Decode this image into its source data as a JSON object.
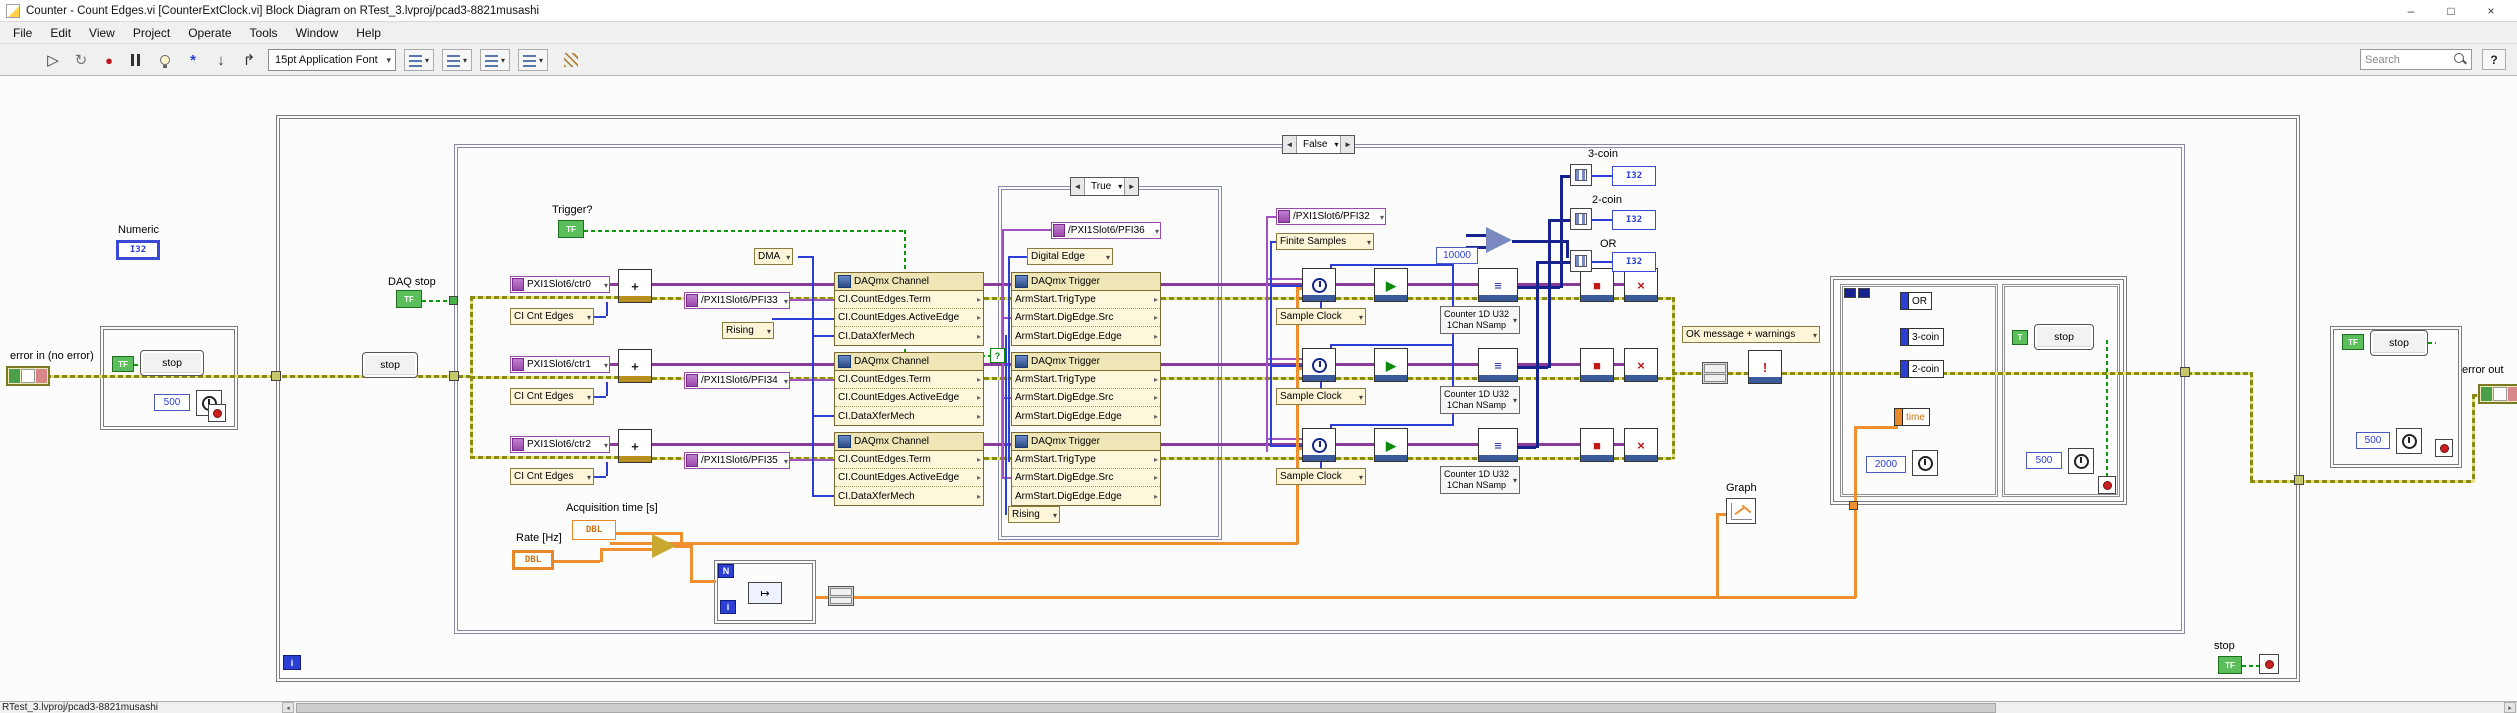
{
  "window": {
    "title": "Counter - Count Edges.vi [CounterExtClock.vi] Block Diagram on RTest_3.lvproj/pcad3-8821musashi",
    "minimize": "–",
    "maximize": "□",
    "close": "×"
  },
  "menu": {
    "items": [
      "File",
      "Edit",
      "View",
      "Project",
      "Operate",
      "Tools",
      "Window",
      "Help"
    ]
  },
  "toolbar": {
    "font_selector": "15pt Application Font",
    "search_placeholder": "Search",
    "help_label": "?"
  },
  "statusbar": {
    "project": "RTest_3.lvproj/pcad3-8821musashi"
  },
  "diagram": {
    "numeric": {
      "label": "Numeric",
      "type": "I32"
    },
    "error_in_label": "error in (no error)",
    "error_out_label": "error out",
    "daq_stop": {
      "label": "DAQ stop",
      "tf": "TF"
    },
    "trigger": {
      "label": "Trigger?",
      "tf": "TF"
    },
    "stop_control": "stop",
    "left_loop": {
      "stop": "stop",
      "wait": "500",
      "tf": "TF"
    },
    "right_loop": {
      "stop": "stop",
      "wait": "500",
      "tf": "TF"
    },
    "outer_loop": {
      "stop_label": "stop",
      "tf": "TF",
      "iter": "i"
    },
    "case_outer": {
      "selector": "False",
      "prev": "◄",
      "next": "►"
    },
    "case_inner": {
      "selector": "True",
      "prev": "◄",
      "next": "►",
      "selector_terminal": "?"
    },
    "dma": "DMA",
    "channels": [
      {
        "counter": "PXI1Slot6/ctr0",
        "mode": "CI Cnt Edges",
        "terminal": "/PXI1Slot6/PFI33"
      },
      {
        "counter": "PXI1Slot6/ctr1",
        "mode": "CI Cnt Edges",
        "terminal": "/PXI1Slot6/PFI34"
      },
      {
        "counter": "PXI1Slot6/ctr2",
        "mode": "CI Cnt Edges",
        "terminal": "/PXI1Slot6/PFI35"
      }
    ],
    "edge": "Rising",
    "channel_node": {
      "header": "DAQmx Channel",
      "rows": [
        "CI.CountEdges.Term",
        "CI.CountEdges.ActiveEdge",
        "CI.DataXferMech"
      ]
    },
    "trigger_node": {
      "header": "DAQmx Trigger",
      "rows": [
        "ArmStart.TrigType",
        "ArmStart.DigEdge.Src",
        "ArmStart.DigEdge.Edge"
      ]
    },
    "trigger_src": "/PXI1Slot6/PFI36",
    "trigger_type": "Digital Edge",
    "trigger_edge": "Rising",
    "clock_src": "/PXI1Slot6/PFI32",
    "sample_mode": "Finite Samples",
    "samples": "10000",
    "sample_clock": "Sample Clock",
    "read_poly": {
      "line1": "Counter 1D U32",
      "line2": "1Chan NSamp"
    },
    "indicators": [
      {
        "label": "3-coin",
        "type": "I32"
      },
      {
        "label": "2-coin",
        "type": "I32"
      },
      {
        "label": "OR",
        "type": "I32"
      }
    ],
    "ok_message": "OK message + warnings",
    "inner_loop": {
      "locals": [
        "OR",
        "3-coin",
        "2-coin",
        "time"
      ],
      "wait": "2000",
      "true_const": "T",
      "stop": "stop",
      "wait2": "500"
    },
    "graph_label": "Graph",
    "rate": {
      "label": "Rate [Hz]",
      "type": "DBL"
    },
    "acq_time": {
      "label": "Acquisition time [s]",
      "type": "DBL"
    },
    "for_loop": {
      "count": "N",
      "iter": "i"
    }
  }
}
